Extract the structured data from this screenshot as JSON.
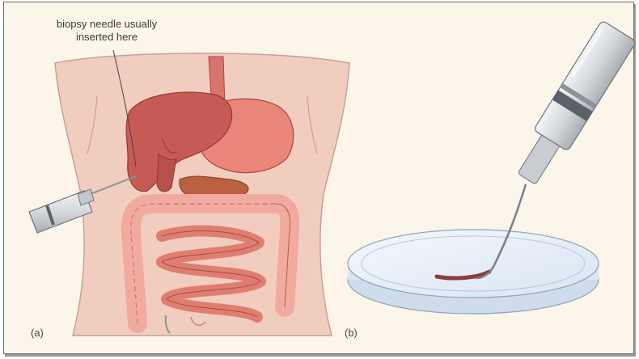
{
  "annotation": {
    "line1": "biopsy needle usually",
    "line2": "inserted here"
  },
  "panel_labels": {
    "a": "(a)",
    "b": "(b)"
  },
  "colors": {
    "background": "#fbf5ea",
    "skin": "#f1cdbf",
    "liver": "#c85a55",
    "stomach": "#e98579",
    "intestine": "#f2aaa0",
    "pancreas": "#b9603e",
    "syringe": "#dde0e3",
    "dish": "#e3eef8"
  },
  "icons": [
    "biopsy-syringe",
    "petri-dish",
    "tissue-sample"
  ]
}
